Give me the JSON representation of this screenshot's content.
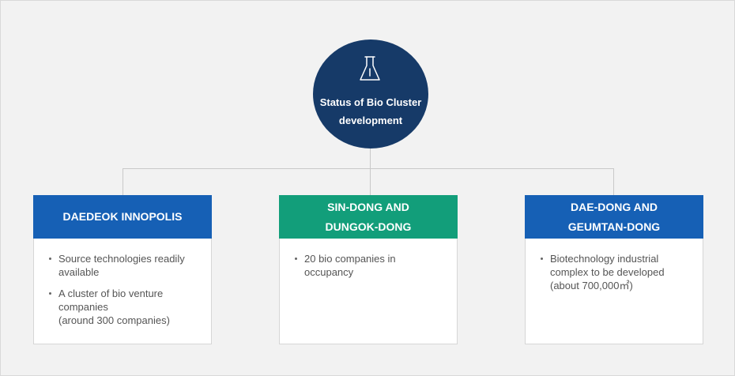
{
  "center": {
    "title": "Status of Bio Cluster\ndevelopment",
    "icon": "flask-icon",
    "color": "#163a68"
  },
  "connector_color": "#c9c9c9",
  "cards": [
    {
      "header": "DAEDEOK INNOPOLIS",
      "header_color": "#1660b5",
      "items": [
        "Source technologies readily\navailable",
        "A cluster of bio venture\ncompanies\n(around 300 companies)"
      ]
    },
    {
      "header": "SIN-DONG AND\nDUNGOK-DONG",
      "header_color": "#129e7a",
      "items": [
        "20 bio companies in\noccupancy"
      ]
    },
    {
      "header": "DAE-DONG AND\nGEUMTAN-DONG",
      "header_color": "#1660b5",
      "items": [
        "Biotechnology industrial\ncomplex to be developed\n(about 700,000㎡)"
      ]
    }
  ]
}
